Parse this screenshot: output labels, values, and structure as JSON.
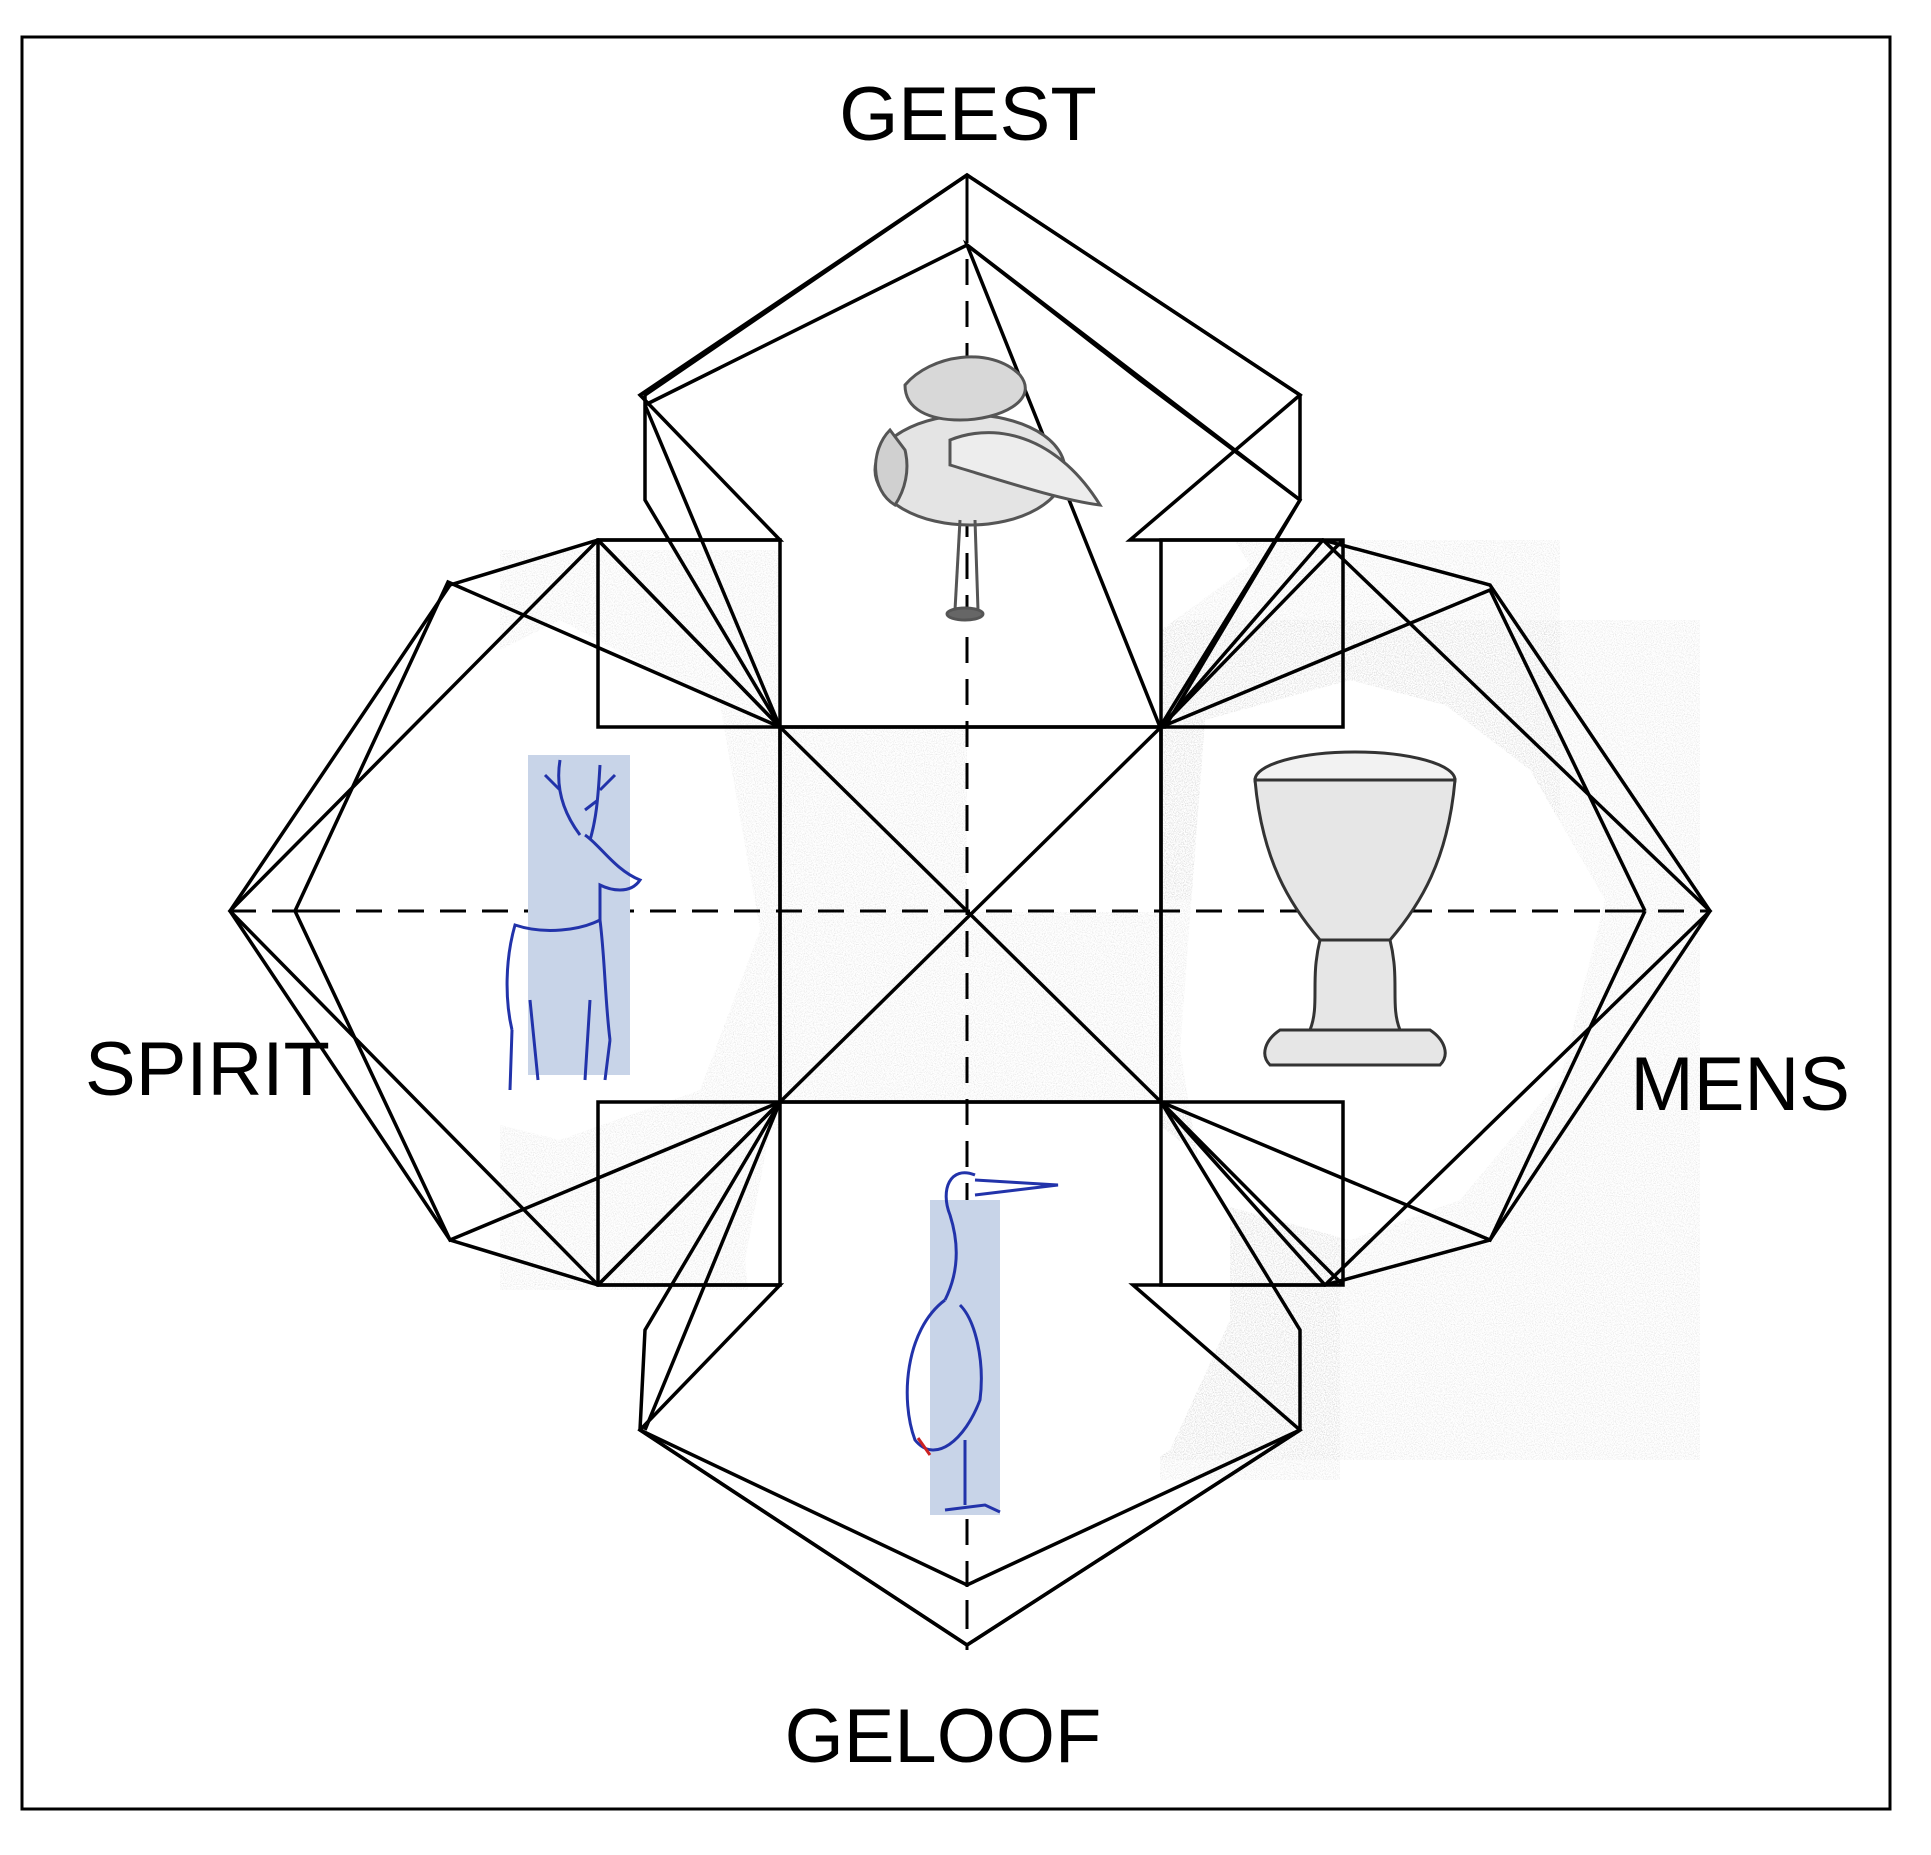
{
  "labels": {
    "top": "GEEST",
    "left": "SPIRIT",
    "right": "MENS",
    "bottom": "GELOOF"
  },
  "illustrations": {
    "top": "bird-icon",
    "left": "deer-icon",
    "right": "chalice-icon",
    "bottom": "heron-icon"
  },
  "colors": {
    "line": "#000000",
    "shade": "#9a9a9a",
    "ink_blue": "#2233aa",
    "figure_bg": "#c8d4e8",
    "pencil": "#555555"
  }
}
